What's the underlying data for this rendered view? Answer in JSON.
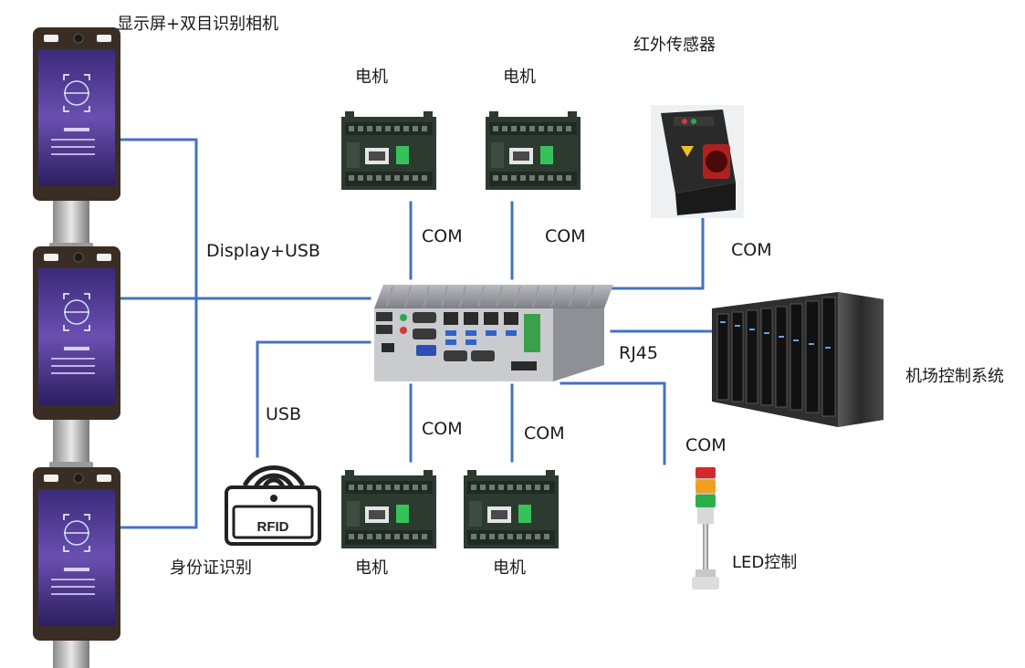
{
  "labels": {
    "display_camera": "显示屏+双目识别相机",
    "display_usb": "Display+USB",
    "usb": "USB",
    "id_card": "身份证识别",
    "rfid": "RFID",
    "motor_top_left": "电机",
    "motor_top_right": "电机",
    "motor_bottom_left": "电机",
    "motor_bottom_right": "电机",
    "com_top_left": "COM",
    "com_top_right": "COM",
    "com_sensor": "COM",
    "com_bottom_left": "COM",
    "com_bottom_right": "COM",
    "com_led": "COM",
    "infrared_sensor": "红外传感器",
    "rj45": "RJ45",
    "airport_system": "机场控制系统",
    "led_control": "LED控制"
  },
  "colors": {
    "connector": "#4472c4",
    "text": "#1a1a1a",
    "terminal_frame": "#3a2e24",
    "terminal_screen": "#4a2f8a",
    "ipc_body": "#8e9096",
    "motor_body": "#2c3a30",
    "server_body": "#3a3a3a"
  },
  "icons": {
    "terminal": "face-recognition-terminal-icon",
    "ipc": "industrial-pc-icon",
    "motor": "motor-controller-icon",
    "sensor": "infrared-sensor-icon",
    "server": "server-rack-icon",
    "rfid": "rfid-reader-icon",
    "led": "signal-tower-led-icon"
  }
}
